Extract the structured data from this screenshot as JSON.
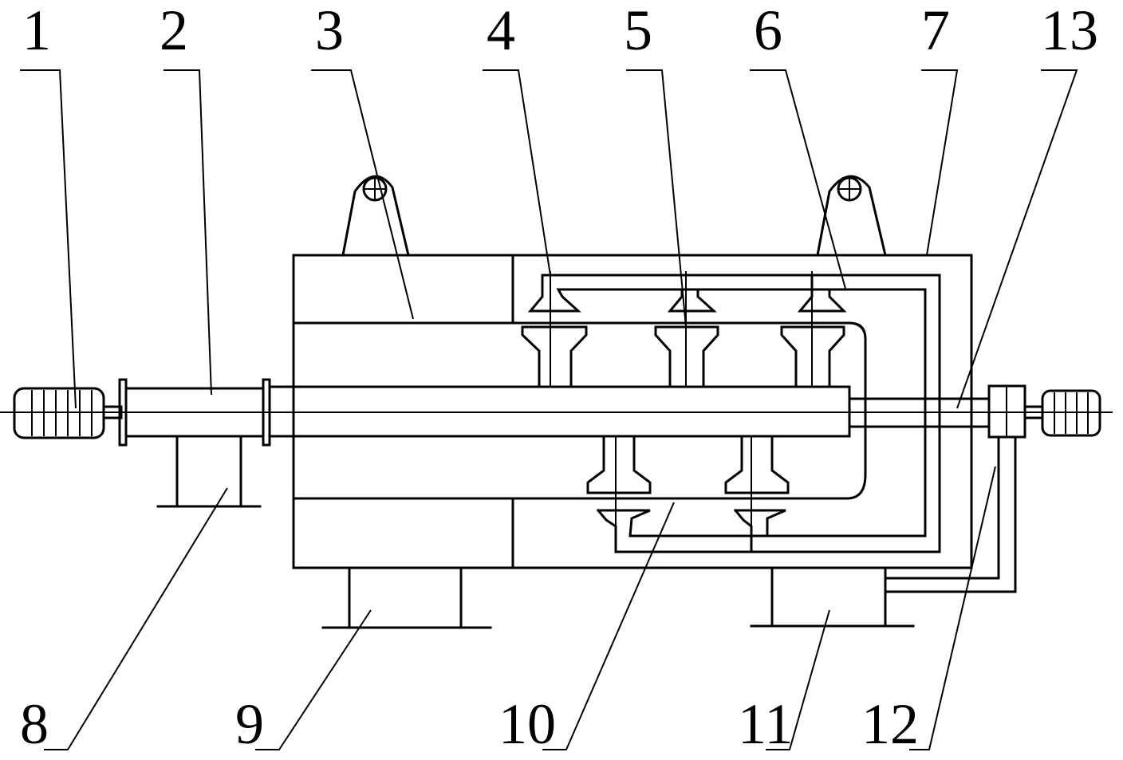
{
  "diagram": {
    "labels": [
      {
        "id": "1",
        "text": "1"
      },
      {
        "id": "2",
        "text": "2"
      },
      {
        "id": "3",
        "text": "3"
      },
      {
        "id": "4",
        "text": "4"
      },
      {
        "id": "5",
        "text": "5"
      },
      {
        "id": "6",
        "text": "6"
      },
      {
        "id": "7",
        "text": "7"
      },
      {
        "id": "13",
        "text": "13"
      },
      {
        "id": "8",
        "text": "8"
      },
      {
        "id": "9",
        "text": "9"
      },
      {
        "id": "10",
        "text": "10"
      },
      {
        "id": "11",
        "text": "11"
      },
      {
        "id": "12",
        "text": "12"
      }
    ],
    "colors": {
      "ink": "#000000",
      "paper": "#ffffff"
    }
  }
}
